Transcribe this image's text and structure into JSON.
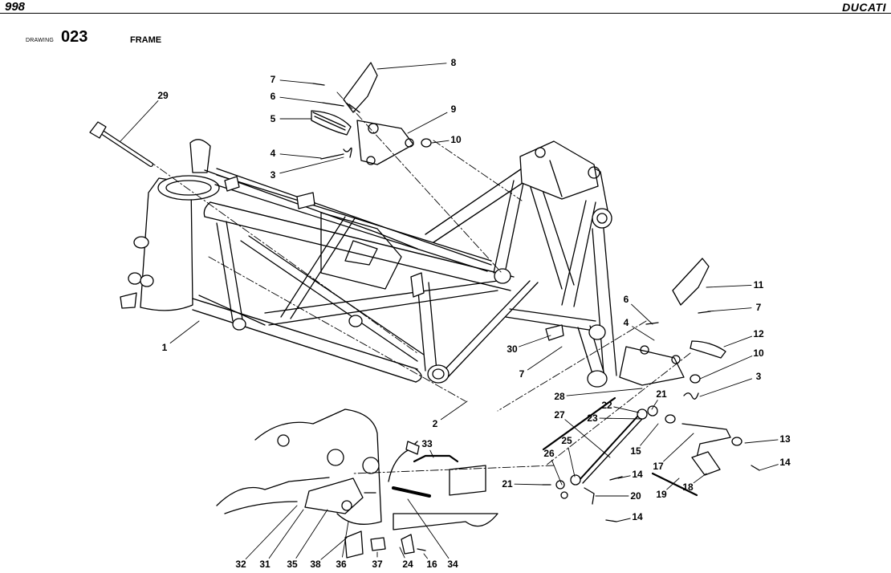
{
  "header": {
    "model": "998",
    "brand": "DUCATI"
  },
  "drawing": {
    "label": "DRAWING",
    "number": "023",
    "title": "FRAME"
  },
  "callouts": [
    "1",
    "2",
    "3",
    "3",
    "4",
    "4",
    "5",
    "6",
    "6",
    "7",
    "7",
    "7",
    "8",
    "9",
    "10",
    "10",
    "11",
    "12",
    "13",
    "14",
    "14",
    "14",
    "15",
    "16",
    "17",
    "18",
    "19",
    "20",
    "21",
    "21",
    "22",
    "23",
    "24",
    "25",
    "26",
    "27",
    "28",
    "29",
    "30",
    "31",
    "32",
    "33",
    "34",
    "35",
    "36",
    "37",
    "38"
  ],
  "colors": {
    "line": "#000000",
    "background": "#ffffff"
  }
}
